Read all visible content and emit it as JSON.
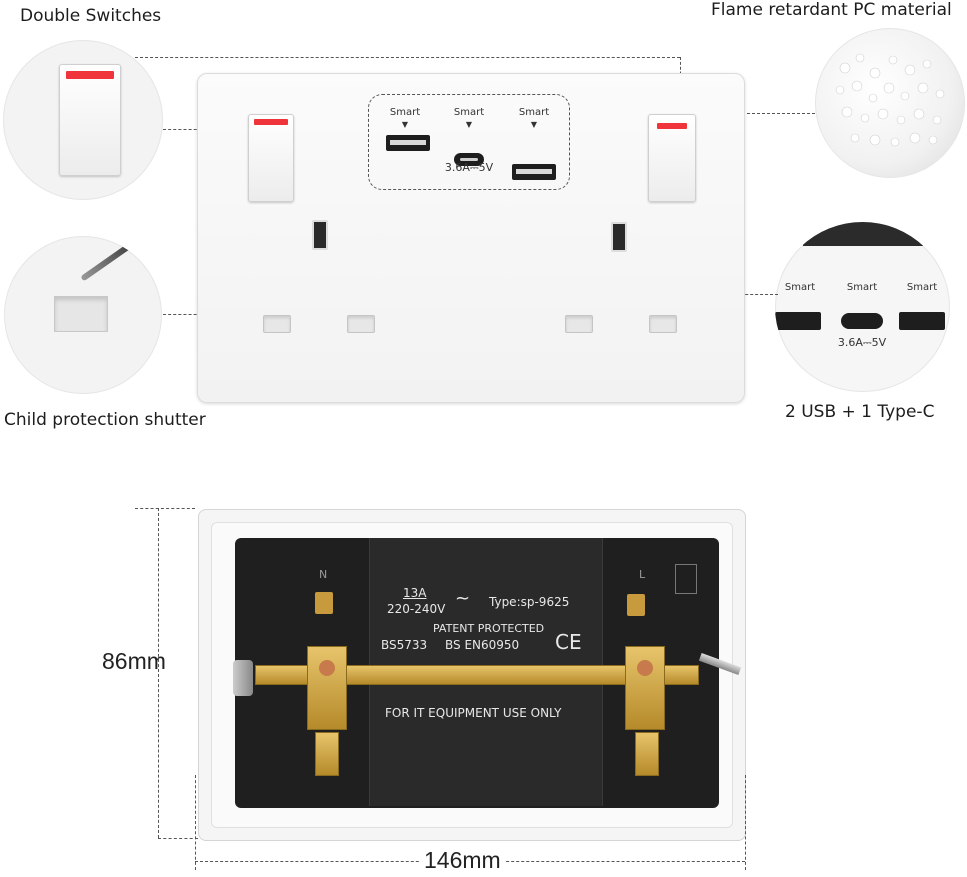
{
  "callouts": {
    "double_switches": "Double Switches",
    "flame_material": "Flame retardant PC material",
    "child_shutter": "Child protection shutter",
    "usb_typec": "2 USB + 1 Type-C"
  },
  "front": {
    "usb_ports": [
      {
        "label": "Smart",
        "type": "usb-a"
      },
      {
        "label": "Smart",
        "type": "usb-c"
      },
      {
        "label": "Smart",
        "type": "usb-a"
      }
    ],
    "rating": "3.6A⎓5V"
  },
  "zoom_usb": {
    "ports": [
      "Smart",
      "Smart",
      "Smart"
    ],
    "rating": "3.6A⎓5V"
  },
  "back": {
    "rating_current": "13A",
    "rating_voltage": "220-240V",
    "ac_symbol": "~",
    "type": "Type:sp-9625",
    "patent": "PATENT PROTECTED",
    "standard_1": "BS5733",
    "standard_2": "BS EN60950",
    "ce_mark": "CE",
    "notice": "FOR IT EQUIPMENT USE ONLY",
    "terminal_n": "N",
    "terminal_l": "L"
  },
  "dimensions": {
    "height": "86mm",
    "width": "146mm"
  }
}
